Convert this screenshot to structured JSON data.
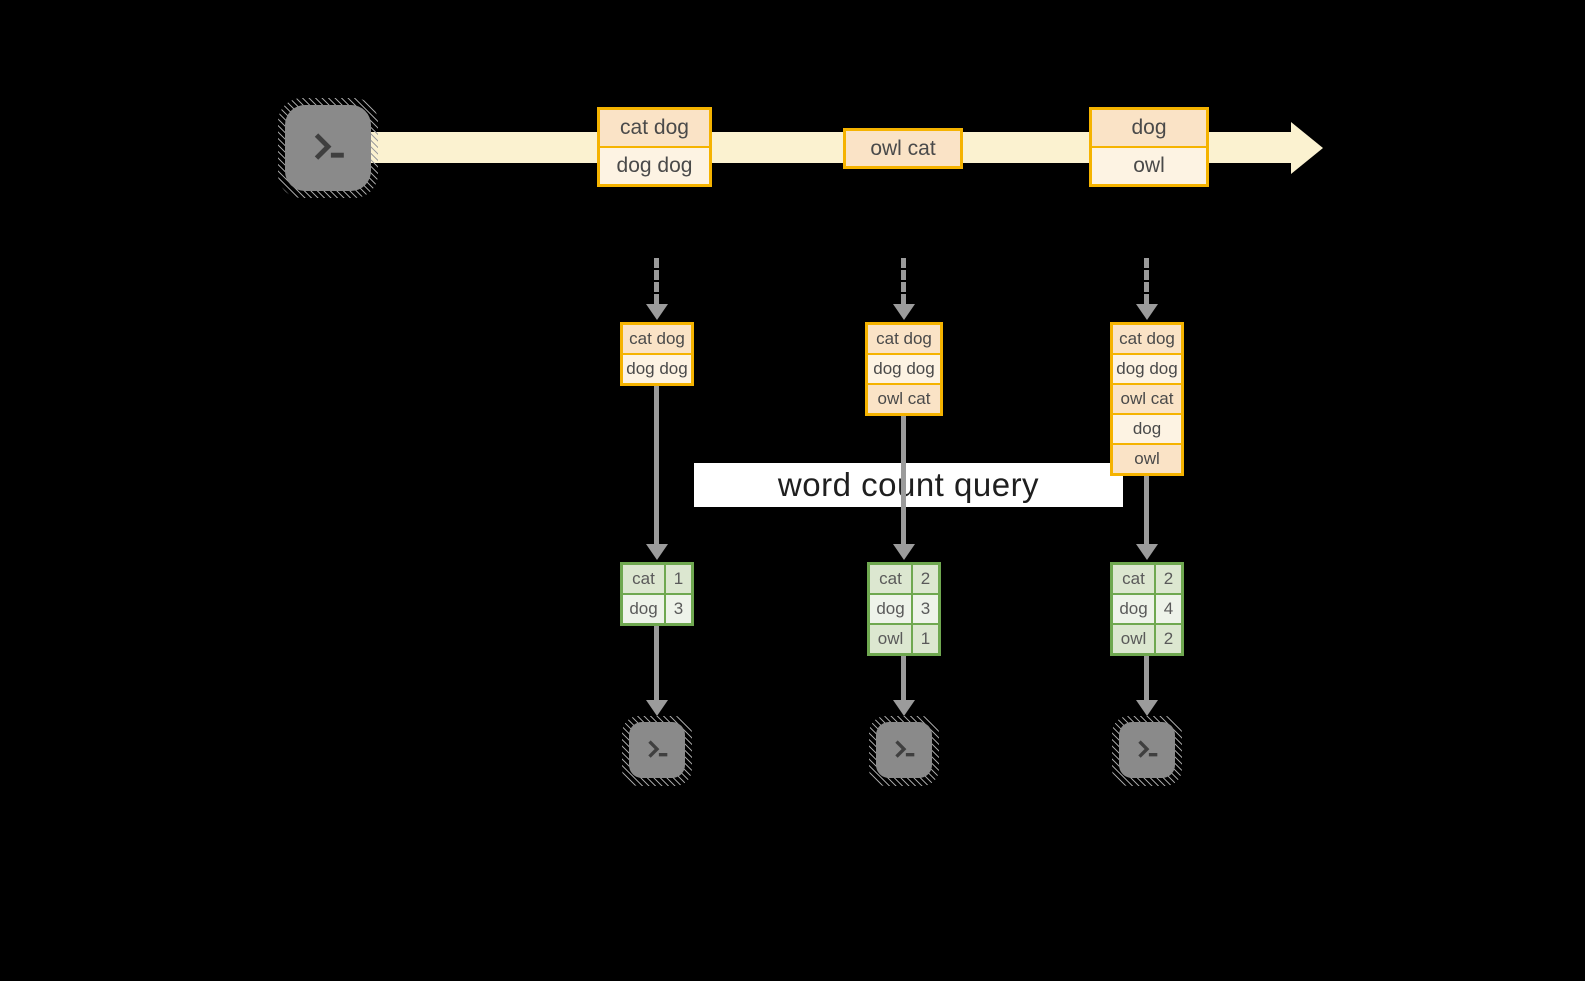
{
  "title": "word count over a stream diagram",
  "stream": {
    "events": [
      {
        "lines": [
          "cat dog",
          "dog dog"
        ]
      },
      {
        "lines": [
          "owl cat"
        ]
      },
      {
        "lines": [
          "dog",
          "owl"
        ]
      }
    ]
  },
  "query": {
    "label": "word count query"
  },
  "columns": [
    {
      "state": [
        "cat dog",
        "dog dog"
      ],
      "table": [
        {
          "word": "cat",
          "count": "1"
        },
        {
          "word": "dog",
          "count": "3"
        }
      ]
    },
    {
      "state": [
        "cat dog",
        "dog dog",
        "owl cat"
      ],
      "table": [
        {
          "word": "cat",
          "count": "2"
        },
        {
          "word": "dog",
          "count": "3"
        },
        {
          "word": "owl",
          "count": "1"
        }
      ]
    },
    {
      "state": [
        "cat dog",
        "dog dog",
        "owl cat",
        "dog",
        "owl"
      ],
      "table": [
        {
          "word": "cat",
          "count": "2"
        },
        {
          "word": "dog",
          "count": "4"
        },
        {
          "word": "owl",
          "count": "2"
        }
      ]
    }
  ],
  "icons": {
    "source": "terminal-icon",
    "outputs": [
      "terminal-icon",
      "terminal-icon",
      "terminal-icon"
    ]
  },
  "colors": {
    "background": "#000000",
    "stream_band": "#FBF2D0",
    "gold_border": "#F5B300",
    "peach_cell": "#FAE3C6",
    "cream_cell": "#FDF3E3",
    "green_border": "#6FA850",
    "sage_cell": "#DCE7D0",
    "sage_light_cell": "#EEF3EA",
    "arrow_gray": "#9B9B9B",
    "terminal_gray": "#8A8A8A",
    "query_bg": "#FFFFFF"
  }
}
